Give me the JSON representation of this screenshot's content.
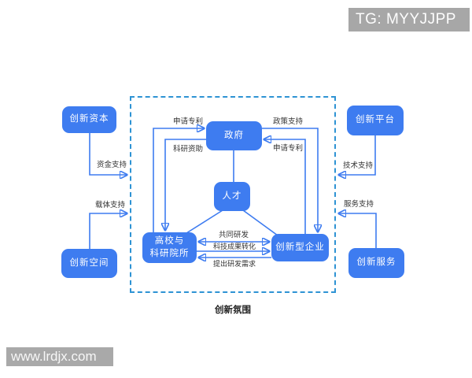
{
  "overlays": {
    "tg_badge": "TG: MYYJJPP",
    "watermark": "www.lrdjx.com"
  },
  "diagram": {
    "caption": "创新氛围",
    "nodes": {
      "government": "政府",
      "talent": "人才",
      "universities": "高校与\n科研院所",
      "enterprises": "创新型企业",
      "capital": "创新资本",
      "space": "创新空间",
      "platform": "创新平台",
      "services": "创新服务"
    },
    "edge_labels": {
      "apply_patent_left": "申请专利",
      "research_funding": "科研资助",
      "policy_support": "政策支持",
      "apply_patent_right": "申请专利",
      "funding_support": "资金支持",
      "carrier_support": "载体支持",
      "tech_support": "技术支持",
      "service_support": "服务支持",
      "joint_rd": "共同研发",
      "achievement_transform": "科技成果转化",
      "rd_demand": "提出研发需求"
    },
    "colors": {
      "node_fill": "#3e7cf0",
      "connector": "#3e7cf0",
      "dashed_border": "#2e93d4",
      "overlay_background": "#a9a9a9",
      "label_text": "#333333"
    }
  }
}
